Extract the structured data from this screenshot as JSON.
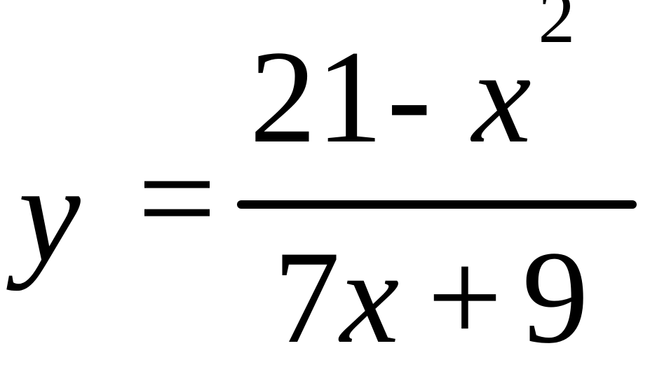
{
  "equation": {
    "lhs": {
      "variable": "y"
    },
    "relation": "=",
    "numerator": {
      "constant": "21",
      "operator": "-",
      "variable": "x",
      "exponent": "2"
    },
    "denominator": {
      "coefficient": "7",
      "variable": "x",
      "operator": "+",
      "constant": "9"
    }
  }
}
